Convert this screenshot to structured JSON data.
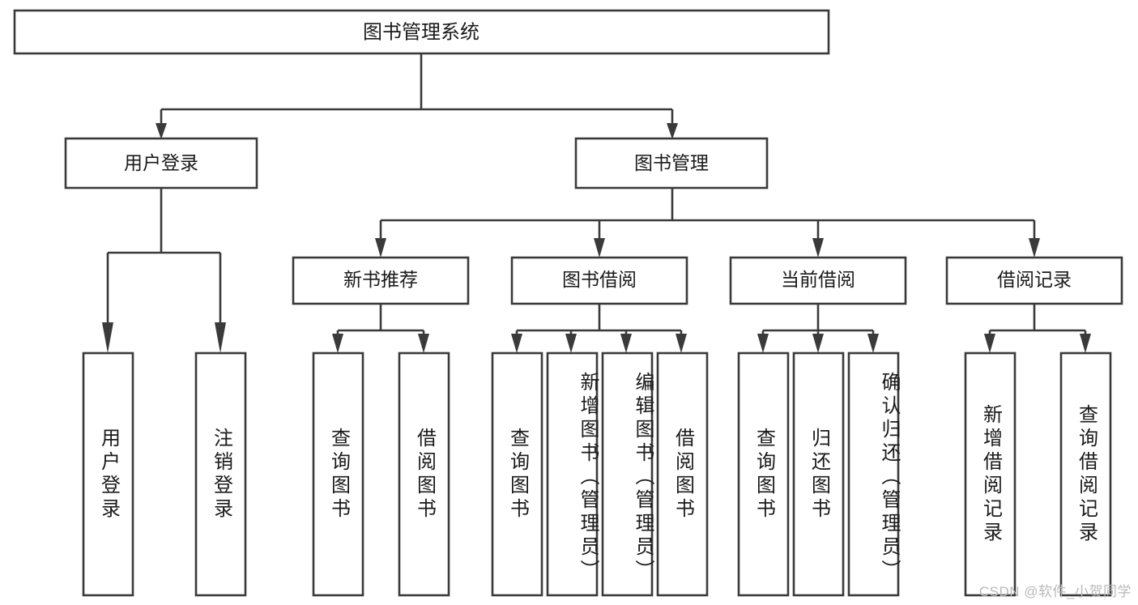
{
  "diagram": {
    "title": "图书管理系统",
    "type": "tree",
    "orientation": "top-down",
    "colors": {
      "stroke": "#3a3a3a",
      "fill": "#ffffff",
      "text": "#1a1a1a",
      "watermark": "#b9b9b9",
      "background": "#ffffff"
    },
    "root": {
      "label": "图书管理系统",
      "name": "node-root-system"
    },
    "level2": [
      {
        "label": "用户登录",
        "name": "node-user-login"
      },
      {
        "label": "图书管理",
        "name": "node-book-management"
      }
    ],
    "level3": [
      {
        "label": "新书推荐",
        "name": "node-new-book-recommend"
      },
      {
        "label": "图书借阅",
        "name": "node-book-borrow"
      },
      {
        "label": "当前借阅",
        "name": "node-current-borrow"
      },
      {
        "label": "借阅记录",
        "name": "node-borrow-records"
      }
    ],
    "leaves": {
      "user_login": [
        {
          "label": "用户登录",
          "name": "leaf-user-login"
        },
        {
          "label": "注销登录",
          "name": "leaf-logout"
        }
      ],
      "new_book_recommend": [
        {
          "label": "查询图书",
          "name": "leaf-query-book-1"
        },
        {
          "label": "借阅图书",
          "name": "leaf-borrow-book-1"
        }
      ],
      "book_borrow": [
        {
          "label": "查询图书",
          "name": "leaf-query-book-2"
        },
        {
          "label": "新增图书（管理员）",
          "name": "leaf-add-book-admin"
        },
        {
          "label": "编辑图书（管理员）",
          "name": "leaf-edit-book-admin"
        },
        {
          "label": "借阅图书",
          "name": "leaf-borrow-book-2"
        }
      ],
      "current_borrow": [
        {
          "label": "查询图书",
          "name": "leaf-query-book-3"
        },
        {
          "label": "归还图书",
          "name": "leaf-return-book"
        },
        {
          "label": "确认归还（管理员）",
          "name": "leaf-confirm-return-admin"
        }
      ],
      "borrow_records": [
        {
          "label": "新增借阅记录",
          "name": "leaf-add-borrow-record"
        },
        {
          "label": "查询借阅记录",
          "name": "leaf-query-borrow-record"
        }
      ]
    }
  },
  "watermark": {
    "text": "CSDN @软件_小贺同学"
  }
}
